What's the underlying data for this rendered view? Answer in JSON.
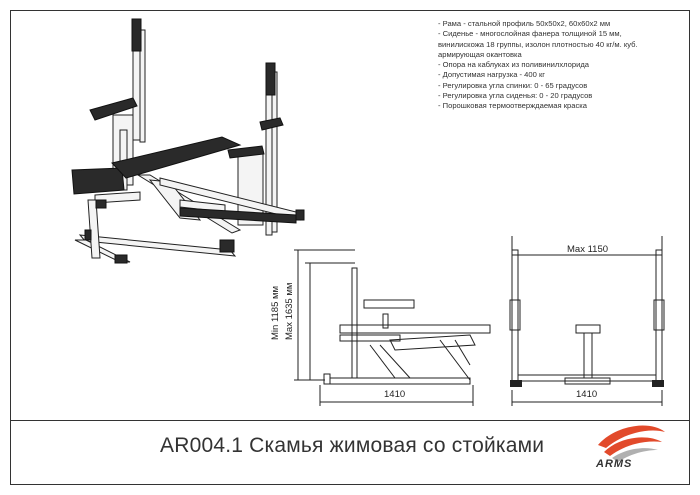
{
  "title": "AR004.1 Скамья жимовая со стойками",
  "specs": [
    "- Рама - стальной профиль 50х50х2, 60х60х2 мм",
    "- Сиденье - многослойная фанера толщиной 15 мм,",
    "винилискожа 18 группы, изолон плотностью 40 кг/м. куб.",
    "армирующая окантовка",
    "- Опора на каблуках из поливинилхлорида",
    "- Допустимая нагрузка - 400 кг",
    "- Регулировка угла спинки: 0 - 65 градусов",
    "- Регулировка угла сиденья: 0 - 20 градусов",
    "- Порошковая термоотверждаемая краска"
  ],
  "dimensions": {
    "min_height": "Min 1185 мм",
    "max_height": "Max 1635 мм",
    "side_length": "1410",
    "front_length": "1410",
    "max_width": "Max 1150"
  },
  "logo": {
    "text": "ARMS",
    "icon": "arms-swoosh-logo-icon",
    "colors": [
      "#e24a2b",
      "#b0b0b0"
    ]
  }
}
